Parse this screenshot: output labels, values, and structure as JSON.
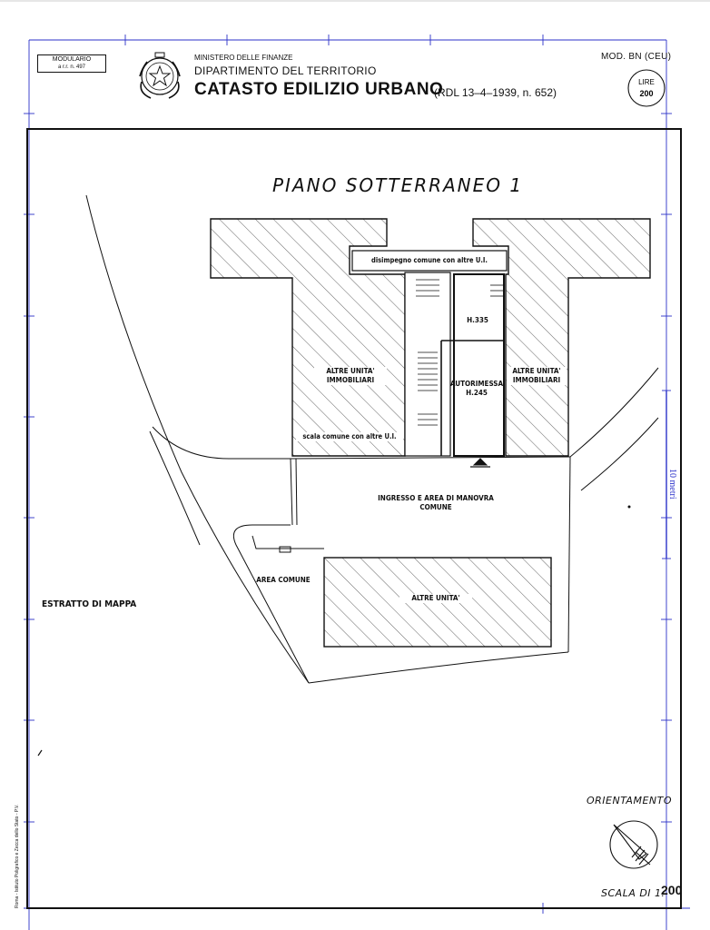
{
  "header": {
    "modulario_line1": "MODULARIO",
    "modulario_line2": "a r.r. n. 497",
    "ministry": "MINISTERO DELLE FINANZE",
    "department": "DIPARTIMENTO DEL TERRITORIO",
    "catasto": "CATASTO EDILIZIO URBANO",
    "law_ref": "(RDL 13–4–1939, n. 652)",
    "mod": "MOD. BN (CEU)",
    "lire_label": "LIRE",
    "lire_value": "200"
  },
  "plan": {
    "title": "PIANO SOTTERRANEO 1",
    "labels": {
      "disimpegno": "disimpegno comune con altre U.I.",
      "h335": "H.335",
      "altre_left_1": "ALTRE UNITA'",
      "altre_left_2": "IMMOBILIARI",
      "autorimessa_1": "AUTORIMESSA",
      "autorimessa_2": "H.245",
      "altre_right_1": "ALTRE UNITA'",
      "altre_right_2": "IMMOBILIARI",
      "scala": "scala comune con altre U.I.",
      "ingresso_1": "INGRESSO E AREA DI MANOVRA",
      "ingresso_2": "COMUNE",
      "area_comune": "AREA COMUNE",
      "altre_unita": "ALTRE UNITA'",
      "estratto": "ESTRATTO DI MAPPA"
    }
  },
  "scale_bar": {
    "label": "10 metri"
  },
  "footer": {
    "orientamento": "ORIENTAMENTO",
    "scala": "SCALA DI 1:",
    "scala_value": "200",
    "side_note": "Roma - Istituto Poligrafico e Zecca dello Stato - P.V."
  },
  "colors": {
    "ink": "#111111",
    "overlay": "#2b32c9"
  }
}
